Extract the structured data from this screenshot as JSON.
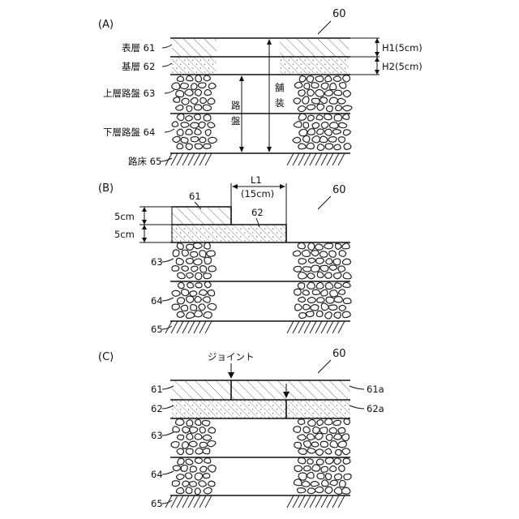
{
  "figure_number": "60",
  "panel_a": {
    "tag": "(A)",
    "layer_labels": {
      "surface": "表層 61",
      "base": "基層 62",
      "upper_roadbed": "上層路盤 63",
      "lower_roadbed": "下層路盤 64",
      "subgrade": "路床 65"
    },
    "dim_h1": "H1(5cm)",
    "dim_h2": "H2(5cm)",
    "pavement_char1": "舗",
    "pavement_char2": "装",
    "roadbed_char1": "路",
    "roadbed_char2": "盤"
  },
  "panel_b": {
    "tag": "(B)",
    "label_61": "61",
    "label_62": "62",
    "label_63": "63",
    "label_64": "64",
    "label_65": "65",
    "dim_l1": "L1",
    "dim_l1_value": "(15cm)",
    "dim_top": "5cm",
    "dim_bottom": "5cm"
  },
  "panel_c": {
    "tag": "(C)",
    "joint_label": "ジョイント",
    "label_61": "61",
    "label_62": "62",
    "label_63": "63",
    "label_64": "64",
    "label_65": "65",
    "label_61a": "61a",
    "label_62a": "62a"
  }
}
